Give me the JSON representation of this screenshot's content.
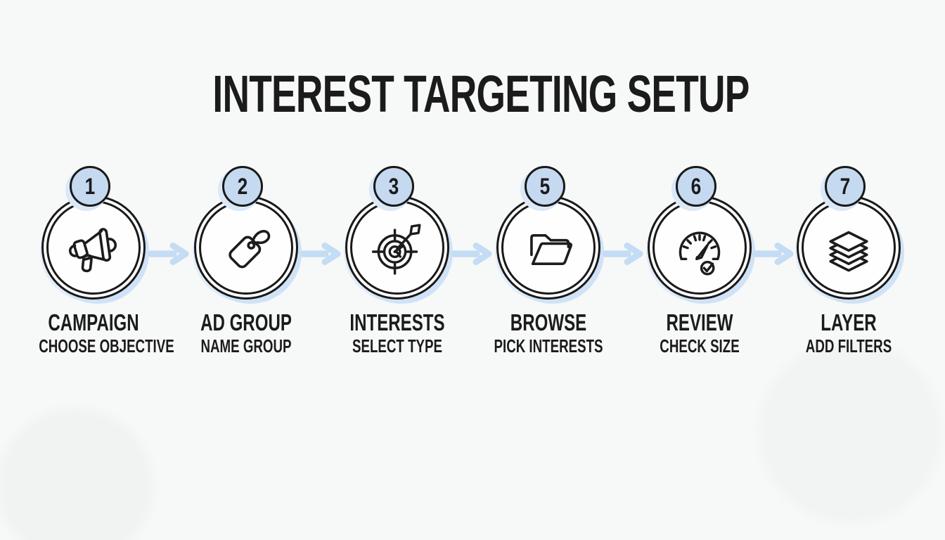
{
  "title": "INTEREST TARGETING SETUP",
  "colors": {
    "ink": "#1b1b1b",
    "badge_blue": "#c5daf1",
    "halo_blue": "#dae8f8",
    "circle_shadow_blue": "#cfe2f6",
    "arrow_blue": "#c4dcf4",
    "background": "#f7f8f8"
  },
  "steps": [
    {
      "number": "1",
      "icon": "megaphone-icon",
      "label": "CAMPAIGN",
      "sublabel": "CHOOSE OBJECTIVE"
    },
    {
      "number": "2",
      "icon": "tag-icon",
      "label": "AD GROUP",
      "sublabel": "NAME GROUP"
    },
    {
      "number": "3",
      "icon": "target-icon",
      "label": "INTERESTS",
      "sublabel": "SELECT TYPE"
    },
    {
      "number": "5",
      "icon": "folder-icon",
      "label": "BROWSE",
      "sublabel": "PICK INTERESTS"
    },
    {
      "number": "6",
      "icon": "gauge-icon",
      "label": "REVIEW",
      "sublabel": "CHECK SIZE"
    },
    {
      "number": "7",
      "icon": "layers-icon",
      "label": "LAYER",
      "sublabel": "ADD FILTERS"
    }
  ],
  "arrow_count": 5
}
